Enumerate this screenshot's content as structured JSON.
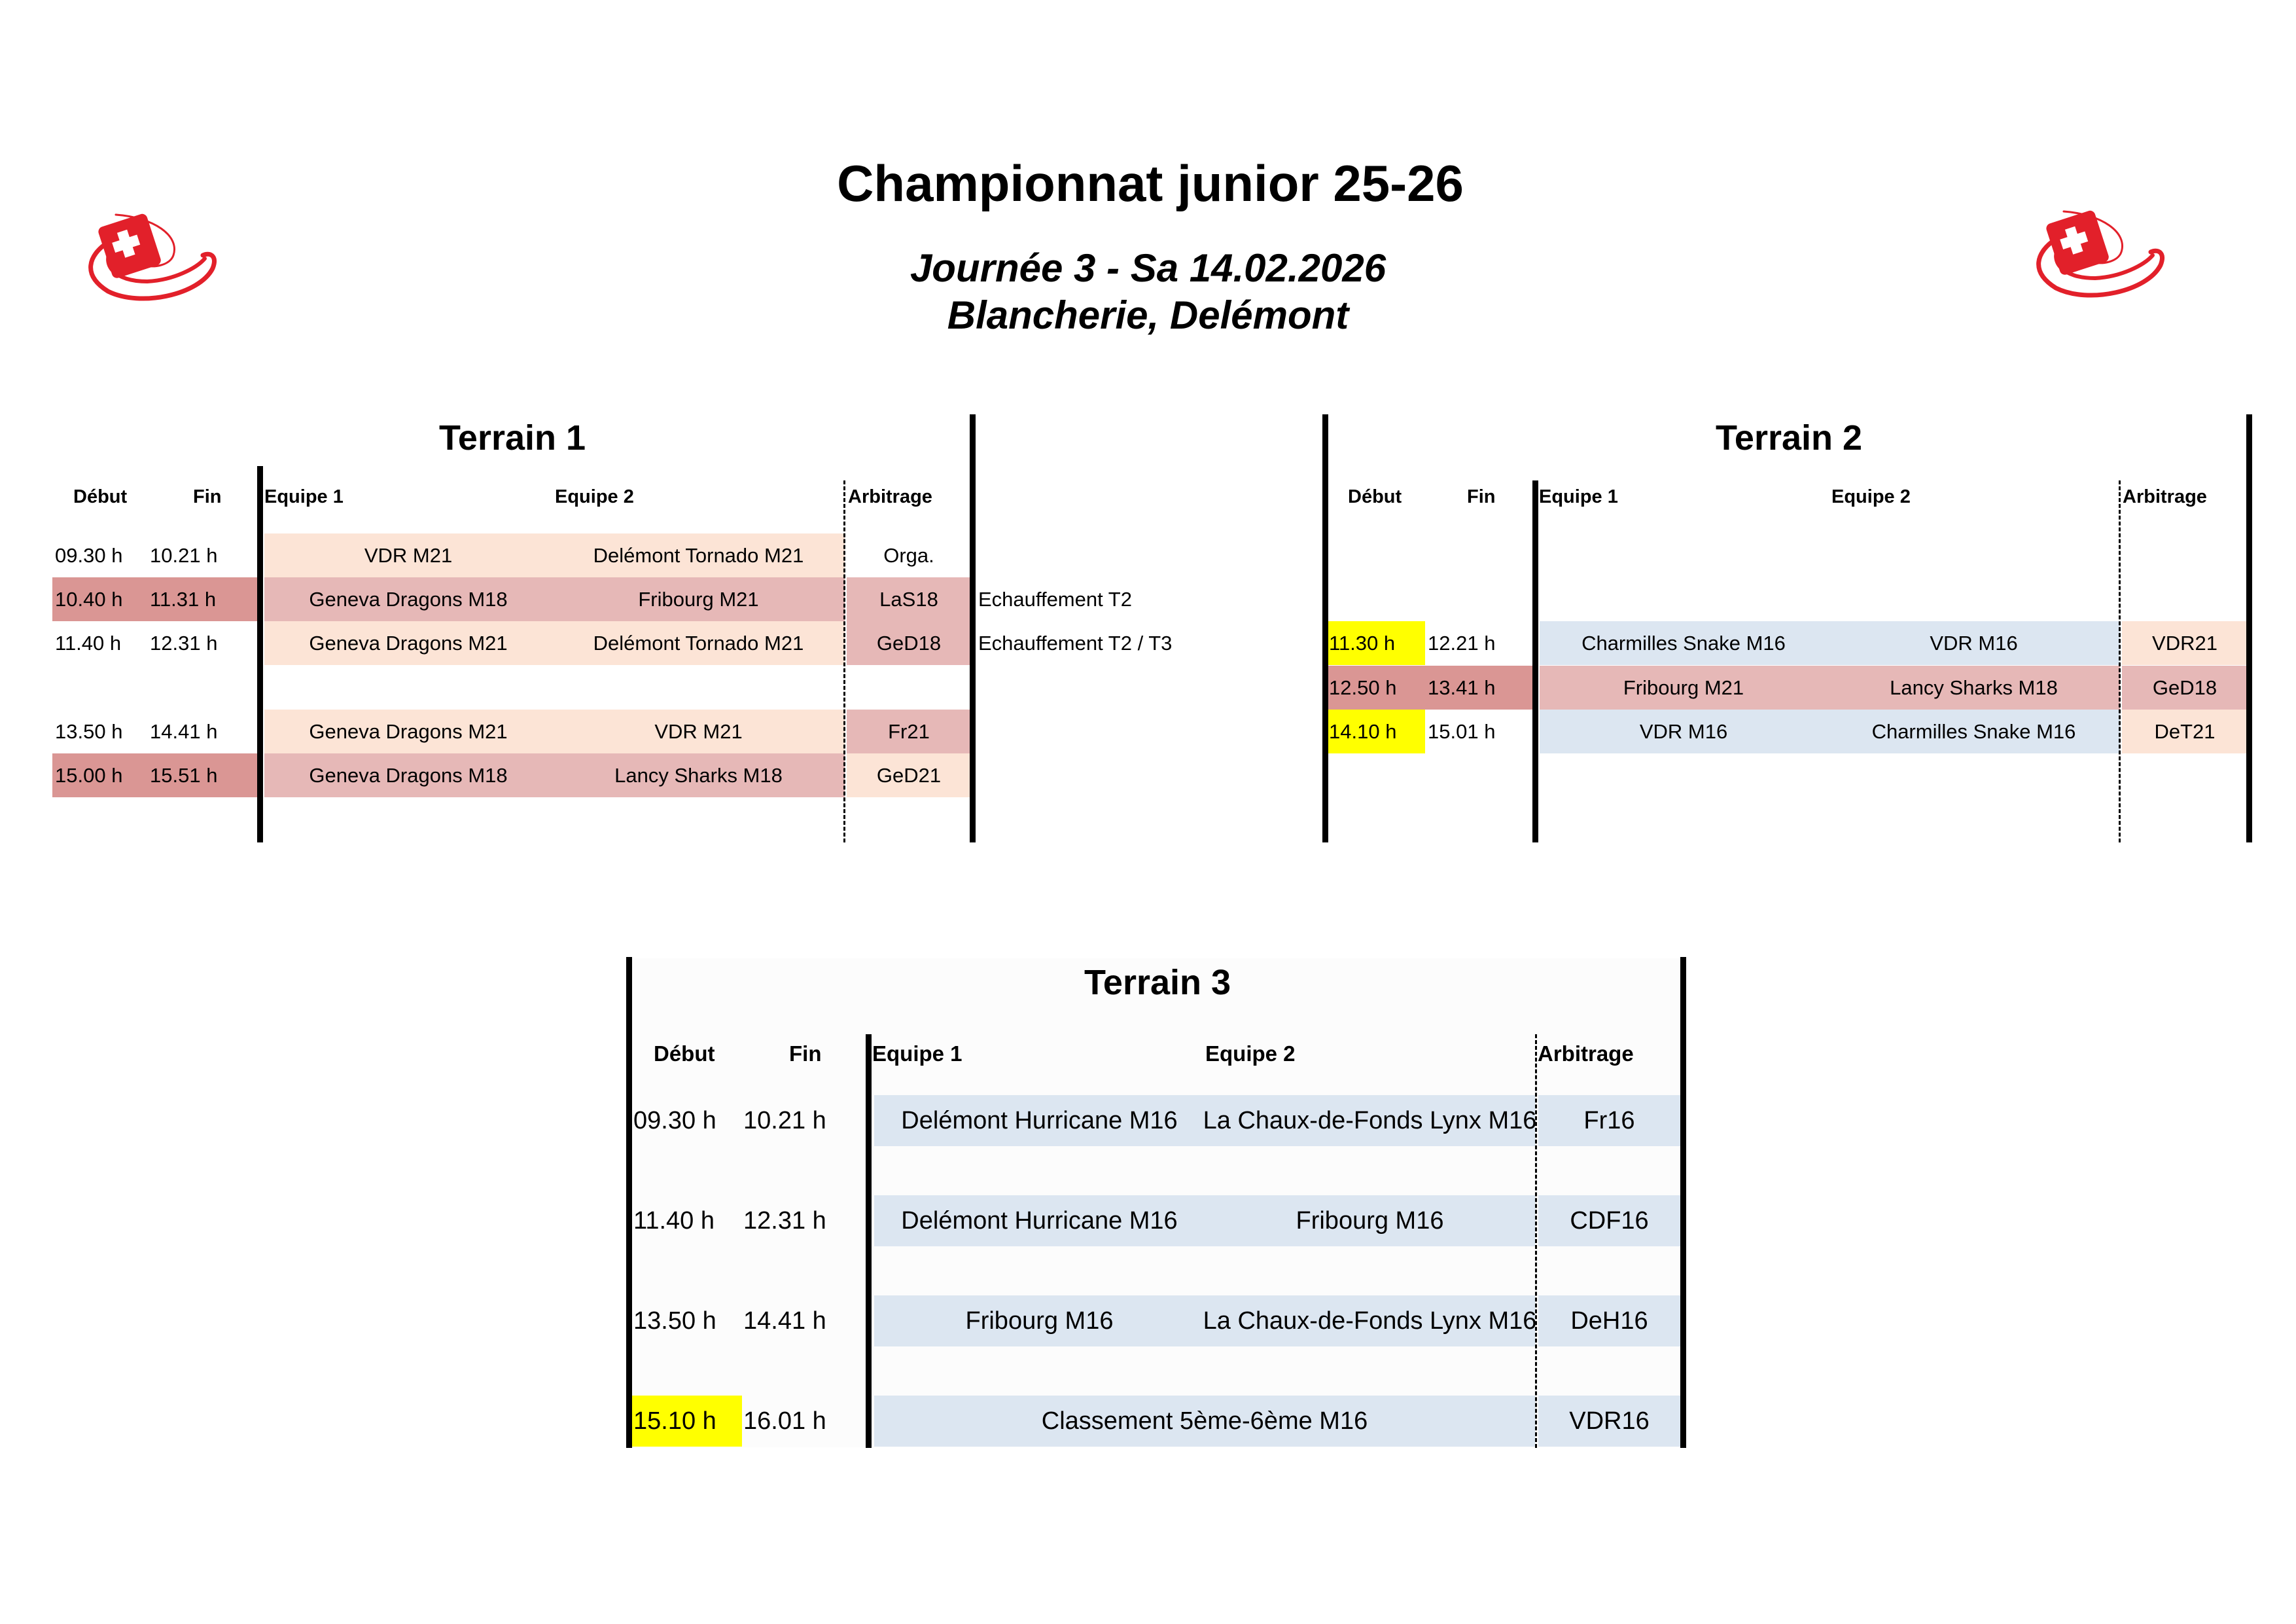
{
  "header": {
    "title": "Championnat junior 25-26",
    "subtitle_line1": "Journée 3 - Sa 14.02.2026",
    "subtitle_line2": "Blancherie, Delémont"
  },
  "logos": {
    "left": "swiss-unihockey-logo",
    "right": "swiss-unihockey-logo"
  },
  "colors": {
    "peach": "#fce4d6",
    "pink": "#e6b8b7",
    "darkpink": "#da9694",
    "blue": "#dce6f1",
    "yellow": "#ffff00",
    "white": "#ffffff",
    "logo_red": "#e2202a"
  },
  "columns": {
    "debut": "Début",
    "fin": "Fin",
    "equipe1": "Equipe 1",
    "equipe2": "Equipe 2",
    "arbitrage": "Arbitrage"
  },
  "terrain1": {
    "title": "Terrain 1",
    "rows": [
      {
        "debut": "09.30 h",
        "fin": "10.21 h",
        "equipe1": "VDR M21",
        "equipe2": "Delémont Tornado M21",
        "arbitrage": "Orga.",
        "note": "",
        "time_color": "white",
        "match_color": "peach",
        "arb_color": "white"
      },
      {
        "debut": "10.40 h",
        "fin": "11.31 h",
        "equipe1": "Geneva Dragons M18",
        "equipe2": "Fribourg M21",
        "arbitrage": "LaS18",
        "note": "Echauffement T2",
        "time_color": "darkpink",
        "match_color": "pink",
        "arb_color": "pink"
      },
      {
        "debut": "11.40 h",
        "fin": "12.31 h",
        "equipe1": "Geneva Dragons M21",
        "equipe2": "Delémont Tornado M21",
        "arbitrage": "GeD18",
        "note": "Echauffement T2 / T3",
        "time_color": "white",
        "match_color": "peach",
        "arb_color": "pink"
      },
      null,
      {
        "debut": "13.50 h",
        "fin": "14.41 h",
        "equipe1": "Geneva Dragons M21",
        "equipe2": "VDR M21",
        "arbitrage": "Fr21",
        "note": "",
        "time_color": "white",
        "match_color": "peach",
        "arb_color": "pink"
      },
      {
        "debut": "15.00 h",
        "fin": "15.51 h",
        "equipe1": "Geneva Dragons M18",
        "equipe2": "Lancy Sharks M18",
        "arbitrage": "GeD21",
        "note": "",
        "time_color": "darkpink",
        "match_color": "pink",
        "arb_color": "peach"
      }
    ]
  },
  "terrain2": {
    "title": "Terrain 2",
    "rows": [
      null,
      null,
      {
        "debut": "11.30 h",
        "fin": "12.21 h",
        "equipe1": "Charmilles Snake M16",
        "equipe2": "VDR M16",
        "arbitrage": "VDR21",
        "debut_color": "yellow",
        "fin_color": "white",
        "match_color": "blue",
        "arb_color": "peach"
      },
      {
        "debut": "12.50 h",
        "fin": "13.41 h",
        "equipe1": "Fribourg M21",
        "equipe2": "Lancy Sharks M18",
        "arbitrage": "GeD18",
        "debut_color": "darkpink",
        "fin_color": "darkpink",
        "match_color": "pink",
        "arb_color": "pink"
      },
      {
        "debut": "14.10 h",
        "fin": "15.01 h",
        "equipe1": "VDR M16",
        "equipe2": "Charmilles Snake M16",
        "arbitrage": "DeT21",
        "debut_color": "yellow",
        "fin_color": "white",
        "match_color": "blue",
        "arb_color": "peach"
      }
    ]
  },
  "terrain3": {
    "title": "Terrain 3",
    "rows": [
      {
        "debut": "09.30 h",
        "fin": "10.21 h",
        "equipe1": "Delémont Hurricane M16",
        "equipe2": "La Chaux-de-Fonds Lynx M16",
        "arbitrage": "Fr16",
        "debut_color": "none"
      },
      {
        "debut": "11.40 h",
        "fin": "12.31 h",
        "equipe1": "Delémont Hurricane M16",
        "equipe2": "Fribourg M16",
        "arbitrage": "CDF16",
        "debut_color": "none"
      },
      {
        "debut": "13.50 h",
        "fin": "14.41 h",
        "equipe1": "Fribourg M16",
        "equipe2": "La Chaux-de-Fonds Lynx M16",
        "arbitrage": "DeH16",
        "debut_color": "none"
      },
      {
        "debut": "15.10 h",
        "fin": "16.01 h",
        "merged": "Classement 5ème-6ème M16",
        "arbitrage": "VDR16",
        "debut_color": "yellow"
      }
    ]
  }
}
